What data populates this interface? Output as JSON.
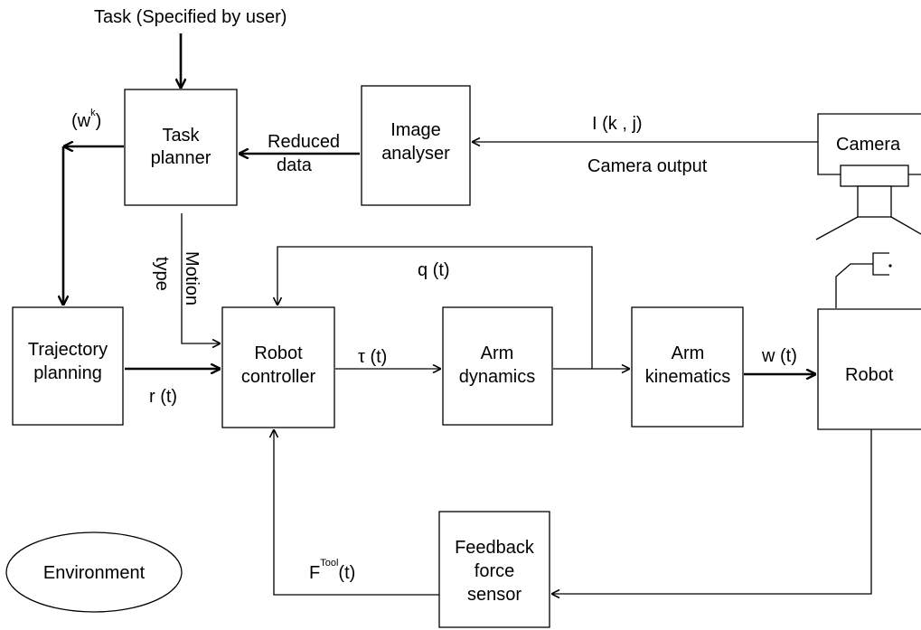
{
  "title": "Task (Specified by user)",
  "blocks": {
    "task_planner": [
      "Task",
      "planner"
    ],
    "image_analyser": [
      "Image",
      "analyser"
    ],
    "camera": "Camera",
    "trajectory_planning": [
      "Trajectory",
      "planning"
    ],
    "robot_controller": [
      "Robot",
      "controller"
    ],
    "arm_dynamics": [
      "Arm",
      "dynamics"
    ],
    "arm_kinematics": [
      "Arm",
      "kinematics"
    ],
    "robot": "Robot",
    "feedback_force_sensor": [
      "Feedback",
      "force",
      "sensor"
    ],
    "environment": "Environment"
  },
  "signals": {
    "reduced_data": [
      "Reduced",
      "data"
    ],
    "image_signal": "I (k , j)",
    "camera_output": "Camera output",
    "waypoints": {
      "base": "(w",
      "sup": "k",
      "close": ")"
    },
    "motion_type": [
      "Motion",
      "type"
    ],
    "reference": "r (t)",
    "torque": "τ  (t)",
    "joint_position": "q (t)",
    "tool_position": "w (t)",
    "tool_force": {
      "base": "F",
      "sup": "Tool",
      "arg": "(t)"
    }
  }
}
